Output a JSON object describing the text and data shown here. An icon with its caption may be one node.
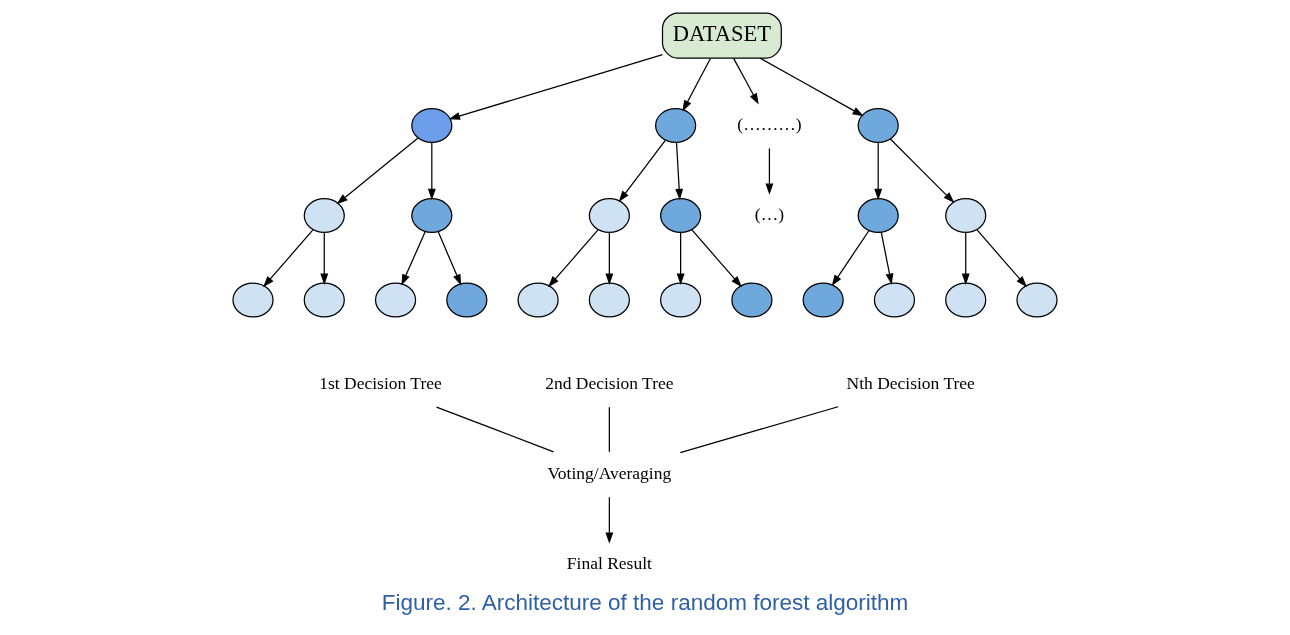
{
  "diagram": {
    "caption": "Figure. 2. Architecture of the random forest algorithm",
    "nodes": [
      {
        "text": [
          "DATASET"
        ]
      },
      {
        "text": [],
        "shape": "circle"
      },
      {
        "text": [],
        "shape": "circle"
      },
      {
        "text": [],
        "shape": "circle"
      },
      {
        "text": [],
        "shape": "circle"
      },
      {
        "text": [],
        "shape": "circle"
      },
      {
        "text": [],
        "shape": "circle"
      },
      {
        "text": [],
        "shape": "circle"
      },
      {
        "text": [],
        "shape": "circle"
      },
      {
        "text": [],
        "shape": "circle"
      },
      {
        "text": [],
        "shape": "circle"
      },
      {
        "text": [],
        "shape": "circle"
      },
      {
        "text": [],
        "shape": "circle"
      },
      {
        "text": [],
        "shape": "circle"
      },
      {
        "text": [],
        "shape": "circle"
      },
      {
        "text": [
          "(………)"
        ]
      },
      {
        "text": [
          "(…)"
        ]
      },
      {
        "text": [],
        "shape": "circle"
      },
      {
        "text": [],
        "shape": "circle"
      },
      {
        "text": [],
        "shape": "circle"
      },
      {
        "text": [],
        "shape": "circle"
      },
      {
        "text": [],
        "shape": "circle"
      },
      {
        "text": [],
        "shape": "circle"
      },
      {
        "text": [],
        "shape": "circle"
      },
      {
        "text": [
          "1st Decision Tree"
        ]
      },
      {
        "text": [
          "2nd Decision Tree"
        ]
      },
      {
        "text": [
          "Nth Decision Tree"
        ]
      },
      {
        "text": [
          "Voting/Averaging"
        ]
      },
      {
        "text": [
          "Final Result"
        ]
      }
    ],
    "edges": [
      {
        "from": 0,
        "to": 1,
        "arrow": "to"
      },
      {
        "from": 0,
        "to": 8,
        "arrow": "to"
      },
      {
        "from": 0,
        "to": 15,
        "arrow": "to"
      },
      {
        "from": 0,
        "to": 17,
        "arrow": "to"
      },
      {
        "from": 1,
        "to": 2,
        "arrow": "to"
      },
      {
        "from": 1,
        "to": 3,
        "arrow": "to"
      },
      {
        "from": 2,
        "to": 4,
        "arrow": "to"
      },
      {
        "from": 2,
        "to": 5,
        "arrow": "to"
      },
      {
        "from": 3,
        "to": 6,
        "arrow": "to"
      },
      {
        "from": 3,
        "to": 7,
        "arrow": "to"
      },
      {
        "from": 8,
        "to": 9,
        "arrow": "to"
      },
      {
        "from": 8,
        "to": 10,
        "arrow": "to"
      },
      {
        "from": 9,
        "to": 11,
        "arrow": "to"
      },
      {
        "from": 9,
        "to": 12,
        "arrow": "to"
      },
      {
        "from": 10,
        "to": 13,
        "arrow": "to"
      },
      {
        "from": 10,
        "to": 14,
        "arrow": "to"
      },
      {
        "from": 15,
        "to": 16,
        "arrow": "to"
      },
      {
        "from": 17,
        "to": 18,
        "arrow": "to"
      },
      {
        "from": 17,
        "to": 19,
        "arrow": "to"
      },
      {
        "from": 18,
        "to": 20,
        "arrow": "to"
      },
      {
        "from": 18,
        "to": 21,
        "arrow": "to"
      },
      {
        "from": 19,
        "to": 22,
        "arrow": "to"
      },
      {
        "from": 19,
        "to": 23,
        "arrow": "to"
      },
      {
        "from": 24,
        "to": 27,
        "arrow": "none"
      },
      {
        "from": 25,
        "to": 27,
        "arrow": "none"
      },
      {
        "from": 26,
        "to": 27,
        "arrow": "none"
      },
      {
        "from": 27,
        "to": 28,
        "arrow": "to"
      }
    ]
  }
}
